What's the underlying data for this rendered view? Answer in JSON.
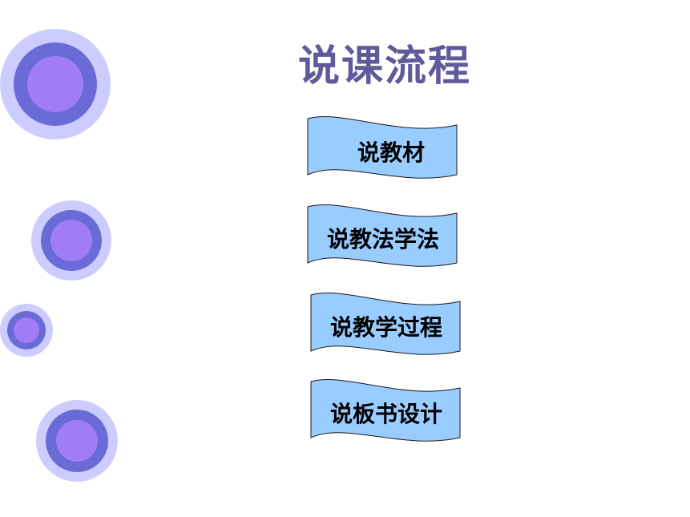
{
  "slide": {
    "title": "说课流程",
    "title_color": "#5f5a9a"
  },
  "flow_items": [
    {
      "label": "说教材"
    },
    {
      "label": "说教法学法"
    },
    {
      "label": "说教学过程"
    },
    {
      "label": "说板书设计"
    }
  ],
  "colors": {
    "banner_fill": "#99ccff",
    "circle_outer": "#ccccff",
    "circle_ring": "#6b6bd8",
    "circle_inner": "#a07cf7"
  }
}
